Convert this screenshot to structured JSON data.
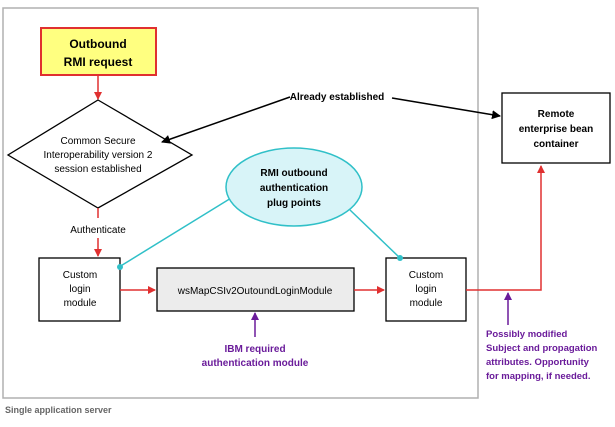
{
  "container_label": "Single application server",
  "outbound_request": {
    "line1": "Outbound",
    "line2": "RMI request"
  },
  "csiv2_session": {
    "line1": "Common Secure",
    "line2": "Interoperability version 2",
    "line3": "session established"
  },
  "already_established": "Already established",
  "remote_container": {
    "line1": "Remote",
    "line2": "enterprise bean",
    "line3": "container"
  },
  "plug_points": {
    "line1": "RMI outbound",
    "line2": "authentication",
    "line3": "plug points"
  },
  "authenticate_label": "Authenticate",
  "custom_login_left": {
    "line1": "Custom",
    "line2": "login",
    "line3": "module"
  },
  "ws_module": "wsMapCSIv2OutoundLoginModule",
  "custom_login_right": {
    "line1": "Custom",
    "line2": "login",
    "line3": "module"
  },
  "ibm_required": {
    "line1": "IBM required",
    "line2": "authentication module"
  },
  "possibly_modified": {
    "line1": "Possibly modified",
    "line2": "Subject and propagation",
    "line3": "attributes. Opportunity",
    "line4": "for mapping, if needed."
  },
  "colors": {
    "request_fill": "#ffff80",
    "request_border": "#e03030",
    "flow_arrow": "#e03030",
    "plug_fill": "#d8f4f8",
    "plug_line": "#30c0c8",
    "purple": "#6a1b9a",
    "ws_fill": "#ececec"
  }
}
